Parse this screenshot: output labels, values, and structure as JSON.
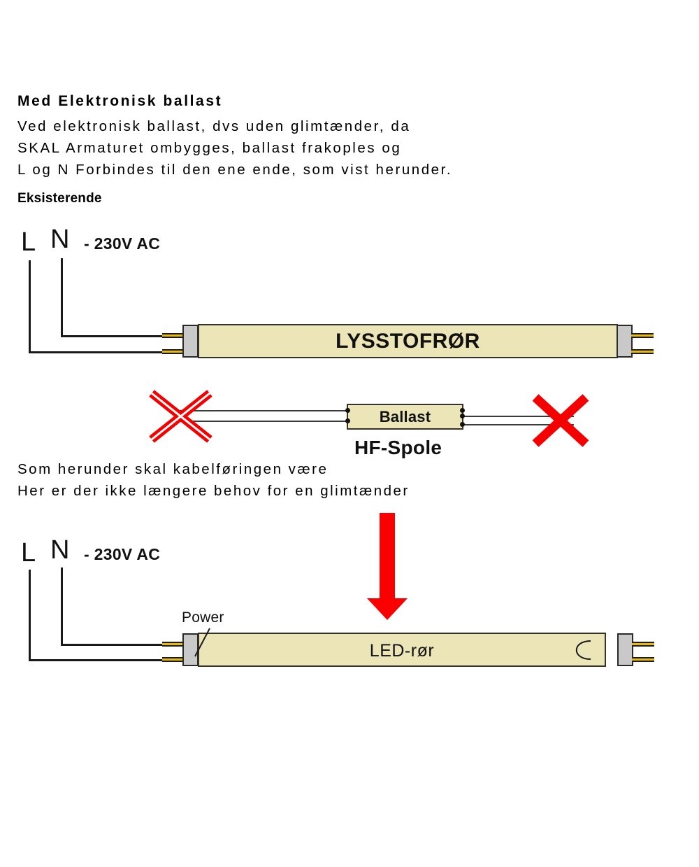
{
  "document": {
    "title": "Med Elektronisk ballast",
    "intro_lines": [
      "Ved elektronisk ballast, dvs uden glimtænder, da",
      "SKAL Armaturet ombygges, ballast frakoples og",
      "L og N Forbindes til den ene ende, som vist herunder."
    ],
    "subheading": "Eksisterende",
    "middle_lines": [
      "Som herunder skal kabelføringen være",
      "Her er der ikke længere behov for en glimtænder"
    ]
  },
  "existing_diagram": {
    "live_label": "L",
    "neutral_label": "N",
    "supply_label": "- 230V AC",
    "tube_label": "LYSSTOFRØR",
    "ballast_label": "Ballast",
    "ballast_caption": "HF-Spole",
    "cross_marks": 2
  },
  "led_diagram": {
    "live_label": "L",
    "neutral_label": "N",
    "supply_label": "- 230V AC",
    "power_label": "Power",
    "tube_label": "LED-rør"
  },
  "colors": {
    "tube_body": "#ece5b8",
    "endcap": "#c9c9c9",
    "pin": "#e8b90e",
    "wire": "#1a1a1a",
    "cross_red": "#f40000",
    "arrow_red": "#fb0000",
    "text": "#111111",
    "background": "#ffffff"
  }
}
